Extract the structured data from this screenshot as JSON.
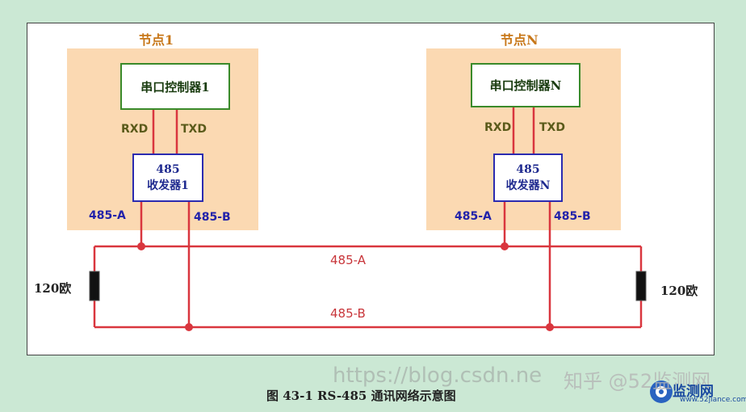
{
  "node1": {
    "title": "节点1",
    "controller": "串口控制器1",
    "transceiver_line1": "485",
    "transceiver_line2": "收发器1",
    "rxd": "RXD",
    "txd": "TXD",
    "pin_a": "485-A",
    "pin_b": "485-B"
  },
  "nodeN": {
    "title": "节点N",
    "controller": "串口控制器N",
    "transceiver_line1": "485",
    "transceiver_line2": "收发器N",
    "rxd": "RXD",
    "txd": "TXD",
    "pin_a": "485-A",
    "pin_b": "485-B"
  },
  "bus": {
    "line_a": "485-A",
    "line_b": "485-B",
    "resistor_left": "120欧",
    "resistor_right": "120欧"
  },
  "caption": "图 43-1  RS-485 通讯网络示意图",
  "watermarks": {
    "blog": "https://blog.csdn.ne",
    "zhihu": "知乎 @52监测网",
    "site_name": "监测网",
    "site_url": "www.52jiance.com"
  },
  "colors": {
    "wire": "#d9363e",
    "node_fill": "#fbd9b2",
    "controller_border": "#3a8a2a",
    "transceiver_border": "#2b2bb0",
    "background": "#cbe8d4"
  }
}
